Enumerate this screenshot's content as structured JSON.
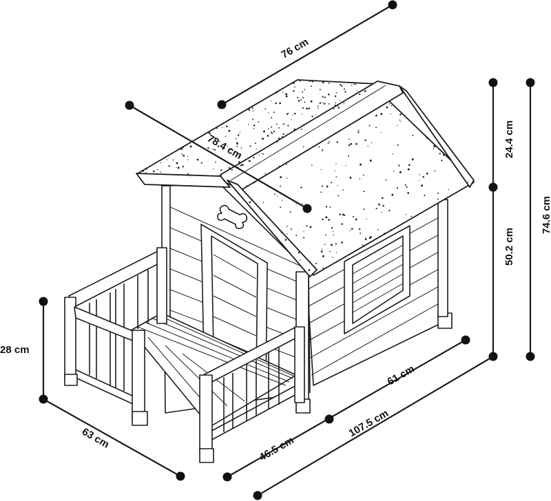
{
  "diagram": {
    "subject": "dog-house-with-porch",
    "colors": {
      "ink": "#1a1a1a",
      "background": "#ffffff"
    },
    "dimensions": {
      "roof_depth": "76 cm",
      "roof_slope": "78.4 cm",
      "roof_height": "24.4 cm",
      "total_height": "74.6 cm",
      "wall_height": "50.2 cm",
      "porch_rail_height": "28 cm",
      "porch_width": "63 cm",
      "porch_depth": "46.5 cm",
      "house_depth": "61 cm",
      "total_length": "107.5 cm"
    }
  }
}
